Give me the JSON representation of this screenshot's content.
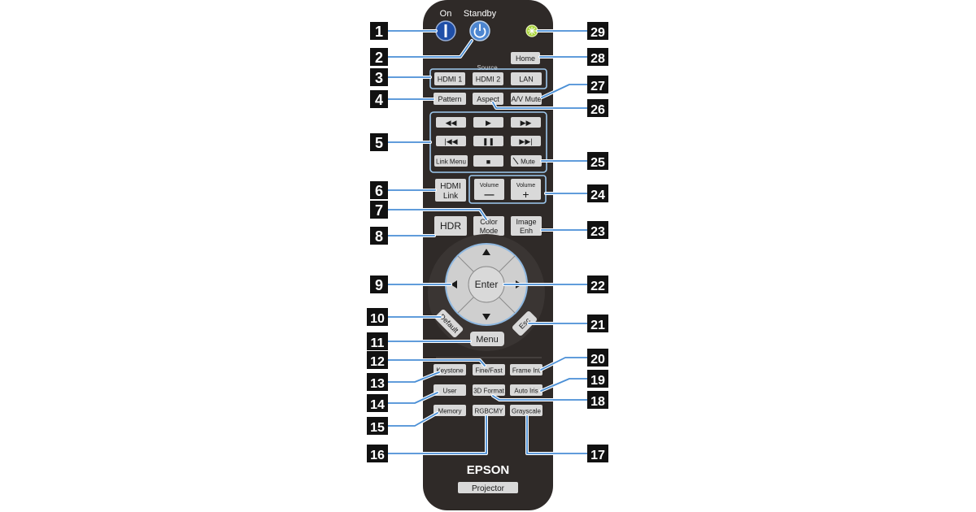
{
  "remote": {
    "on_label": "On",
    "standby_label": "Standby",
    "source_label": "Source",
    "brand": "EPSON",
    "model": "Projector"
  },
  "buttons": {
    "hdmi1": "HDMI 1",
    "hdmi2": "HDMI 2",
    "lan": "LAN",
    "home": "Home",
    "pattern": "Pattern",
    "aspect": "Aspect",
    "av_mute": "A/V Mute",
    "rewind": "◀◀",
    "play": "▶",
    "fast_forward": "▶▶",
    "prev": "|◀◀",
    "pause": "❚❚",
    "next": "▶▶|",
    "link_menu": "Link Menu",
    "stop": "■",
    "mute": "Mute",
    "hdmi_link_1": "HDMI",
    "hdmi_link_2": "Link",
    "volume": "Volume",
    "volume_minus": "—",
    "volume_plus": "+",
    "hdr": "HDR",
    "color_mode_1": "Color",
    "color_mode_2": "Mode",
    "image_enh_1": "Image",
    "image_enh_2": "Enh",
    "enter": "Enter",
    "default": "Default",
    "menu": "Menu",
    "esc": "Esc",
    "keystone": "Keystone",
    "fine_fast": "Fine/Fast",
    "frame_int": "Frame Int",
    "user": "User",
    "format_3d": "3D Format",
    "auto_iris": "Auto Iris",
    "memory": "Memory",
    "rgbcmy": "RGBCMY",
    "grayscale": "Grayscale"
  },
  "callouts": [
    "1",
    "2",
    "3",
    "4",
    "5",
    "6",
    "7",
    "8",
    "9",
    "10",
    "11",
    "12",
    "13",
    "14",
    "15",
    "16",
    "17",
    "18",
    "19",
    "20",
    "21",
    "22",
    "23",
    "24",
    "25",
    "26",
    "27",
    "28",
    "29"
  ]
}
